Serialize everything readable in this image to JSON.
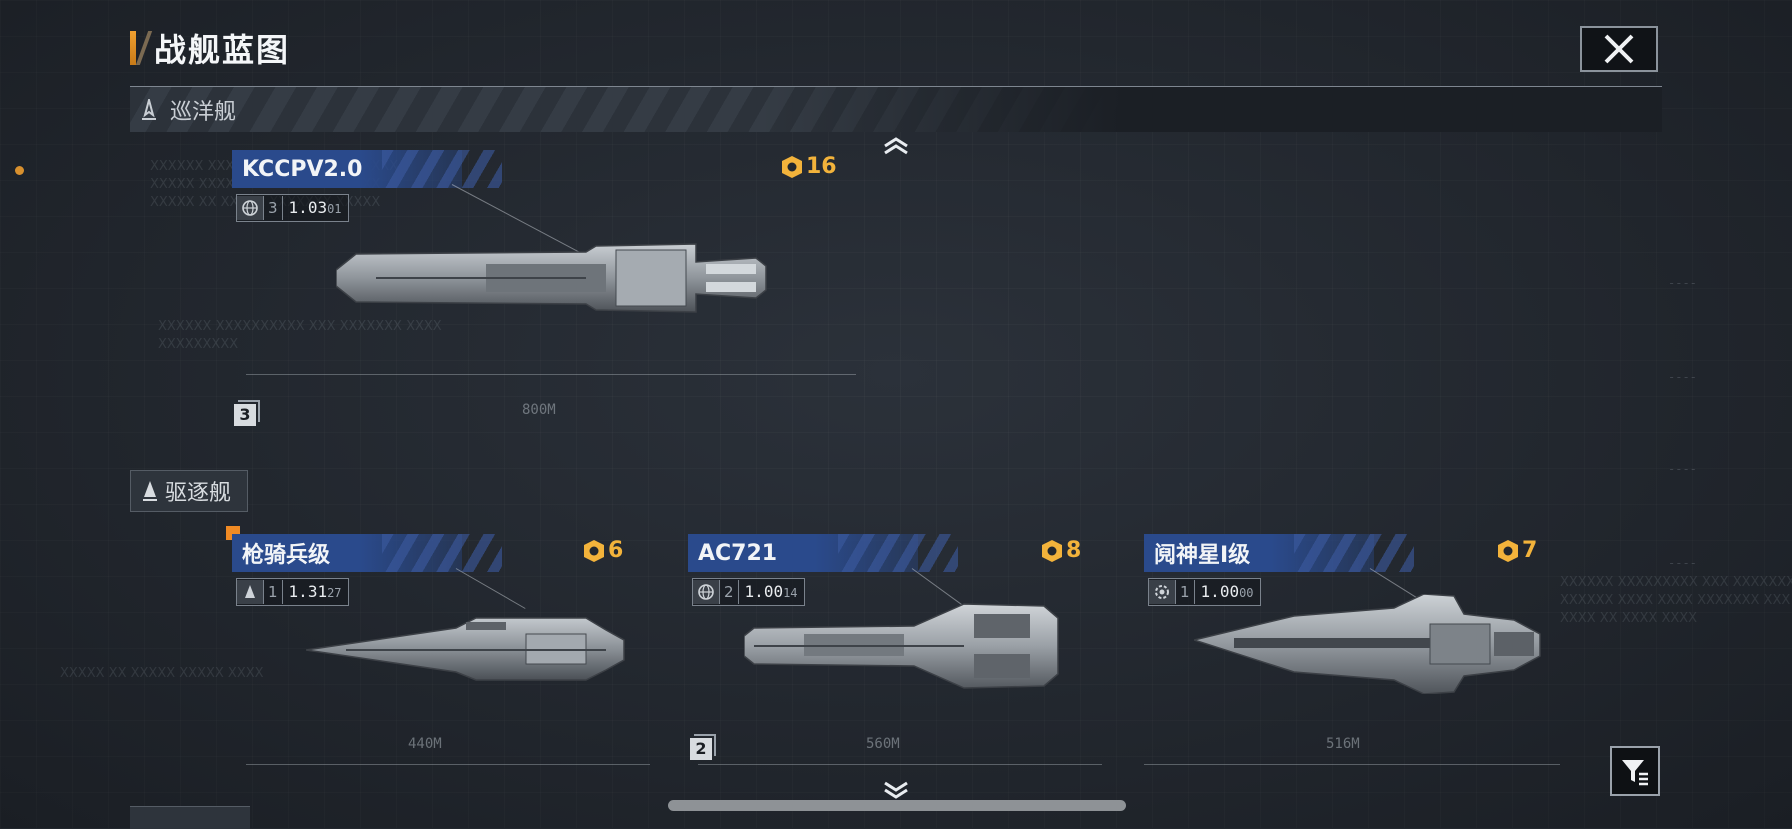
{
  "header": {
    "title": "战舰蓝图"
  },
  "categories": {
    "cruiser": {
      "label": "巡洋舰"
    },
    "destroyer": {
      "label": "驱逐舰"
    }
  },
  "ships": [
    {
      "name": "KCCPV2.0",
      "cost": "16",
      "level": "3",
      "version": "1.03",
      "version_sub": "01",
      "length": "800M",
      "count": "3",
      "class_icon": "globe-icon"
    },
    {
      "name": "枪骑兵级",
      "cost": "6",
      "level": "1",
      "version": "1.31",
      "version_sub": "27",
      "length": "440M",
      "count": "",
      "class_icon": "ship-icon"
    },
    {
      "name": "AC721",
      "cost": "8",
      "level": "2",
      "version": "1.00",
      "version_sub": "14",
      "length": "560M",
      "count": "2",
      "class_icon": "globe-icon"
    },
    {
      "name": "阋神星I级",
      "cost": "7",
      "level": "1",
      "version": "1.00",
      "version_sub": "00",
      "length": "516M",
      "count": "",
      "class_icon": "gear-icon"
    }
  ],
  "colors": {
    "accent": "#f3b33b",
    "name_bar": "#2a4a8c",
    "background": "#22272e"
  }
}
